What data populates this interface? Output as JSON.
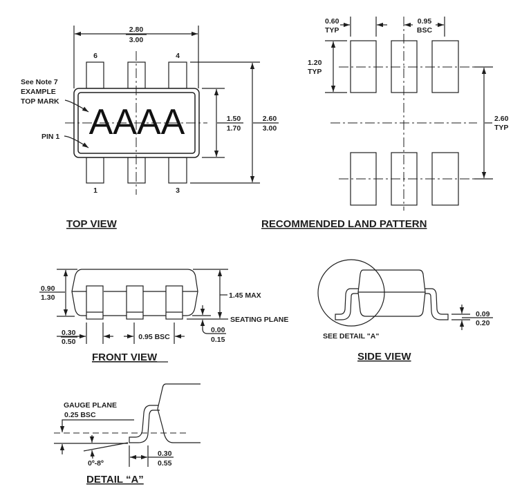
{
  "document": {
    "subject": "SOT-23-6 package outline drawing",
    "colors": {
      "ink": "#1e1e1e",
      "background": "#ffffff"
    }
  },
  "top_view": {
    "title": "TOP VIEW",
    "width_dim": {
      "min": "2.80",
      "max": "3.00"
    },
    "body_width_dim": {
      "min": "1.50",
      "max": "1.70"
    },
    "total_width_dim": {
      "min": "2.60",
      "max": "3.00"
    },
    "pin_labels": {
      "pin6": "6",
      "pin4": "4",
      "pin1": "1",
      "pin3": "3"
    },
    "top_mark_text": "AAAA",
    "note_lines": [
      "See Note 7",
      "EXAMPLE",
      "TOP MARK"
    ],
    "pin1_label": "PIN 1"
  },
  "land_pattern": {
    "title": "RECOMMENDED LAND PATTERN",
    "pad_width": {
      "value": "0.60",
      "suffix": "TYP"
    },
    "pitch": {
      "value": "0.95",
      "suffix": "BSC"
    },
    "pad_length": {
      "value": "1.20",
      "suffix": "TYP"
    },
    "row_spacing": {
      "value": "2.60",
      "suffix": "TYP"
    }
  },
  "front_view": {
    "title": "FRONT VIEW",
    "body_height": {
      "min": "0.90",
      "max": "1.30"
    },
    "max_height": "1.45 MAX",
    "seating_plane": "SEATING PLANE",
    "lead_width": {
      "min": "0.30",
      "max": "0.50"
    },
    "pitch": "0.95 BSC",
    "standoff": {
      "min": "0.00",
      "max": "0.15"
    }
  },
  "side_view": {
    "title": "SIDE VIEW",
    "detail_callout": "SEE DETAIL \"A\"",
    "lead_thickness": {
      "min": "0.09",
      "max": "0.20"
    }
  },
  "detail_a": {
    "title": "DETAIL “A”",
    "gauge_plane": "GAUGE PLANE",
    "gauge_value": "0.25 BSC",
    "angle": "0º-8º",
    "foot_length": {
      "min": "0.30",
      "max": "0.55"
    }
  }
}
